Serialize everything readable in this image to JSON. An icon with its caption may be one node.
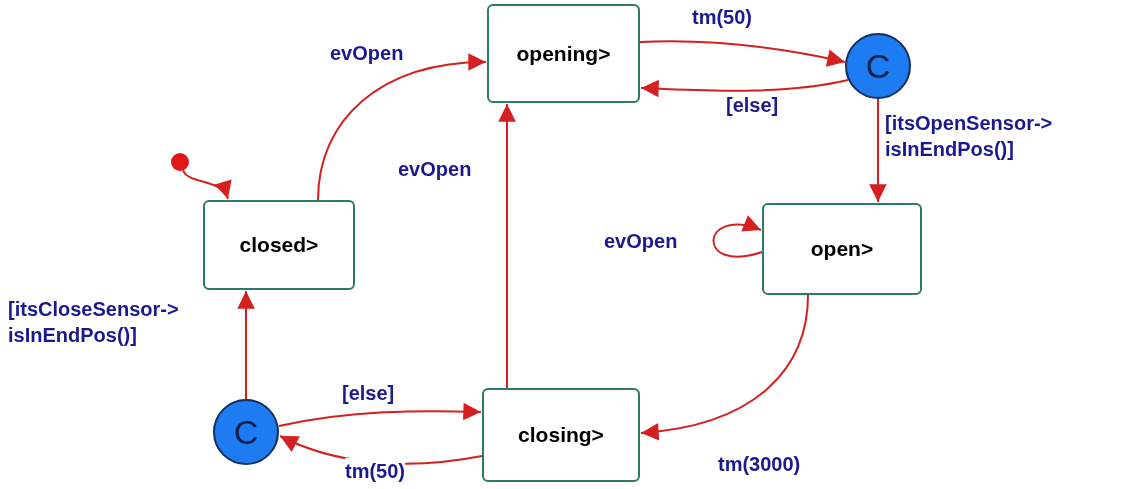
{
  "diagram": {
    "nodes": [
      {
        "text": [],
        "shape": "circle"
      },
      {
        "text": [
          "closed>"
        ]
      },
      {
        "text": [
          "opening>"
        ]
      },
      {
        "text": [
          "C"
        ]
      },
      {
        "text": [
          "open>"
        ]
      },
      {
        "text": [
          "closing>"
        ]
      },
      {
        "text": [
          "C"
        ]
      }
    ],
    "edges": [
      {
        "from": 0,
        "to": 1,
        "arrow": "to"
      },
      {
        "from": 1,
        "to": 2,
        "arrow": "to",
        "label": "evOpen"
      },
      {
        "from": 2,
        "to": 3,
        "arrow": "to",
        "label": "tm(50)"
      },
      {
        "from": 3,
        "to": 2,
        "arrow": "to",
        "label": "[else]"
      },
      {
        "from": 3,
        "to": 4,
        "arrow": "to",
        "label": "[itsOpenSensor-> isInEndPos()]"
      },
      {
        "from": 4,
        "to": 4,
        "arrow": "to",
        "label": "evOpen"
      },
      {
        "from": 4,
        "to": 5,
        "arrow": "to",
        "label": "tm(3000)"
      },
      {
        "from": 5,
        "to": 2,
        "arrow": "to",
        "label": "evOpen"
      },
      {
        "from": 6,
        "to": 5,
        "arrow": "to",
        "label": "[else]"
      },
      {
        "from": 5,
        "to": 6,
        "arrow": "to",
        "label": "tm(50)"
      },
      {
        "from": 6,
        "to": 1,
        "arrow": "to",
        "label": "[itsCloseSensor-> isInEndPos()]"
      }
    ]
  }
}
